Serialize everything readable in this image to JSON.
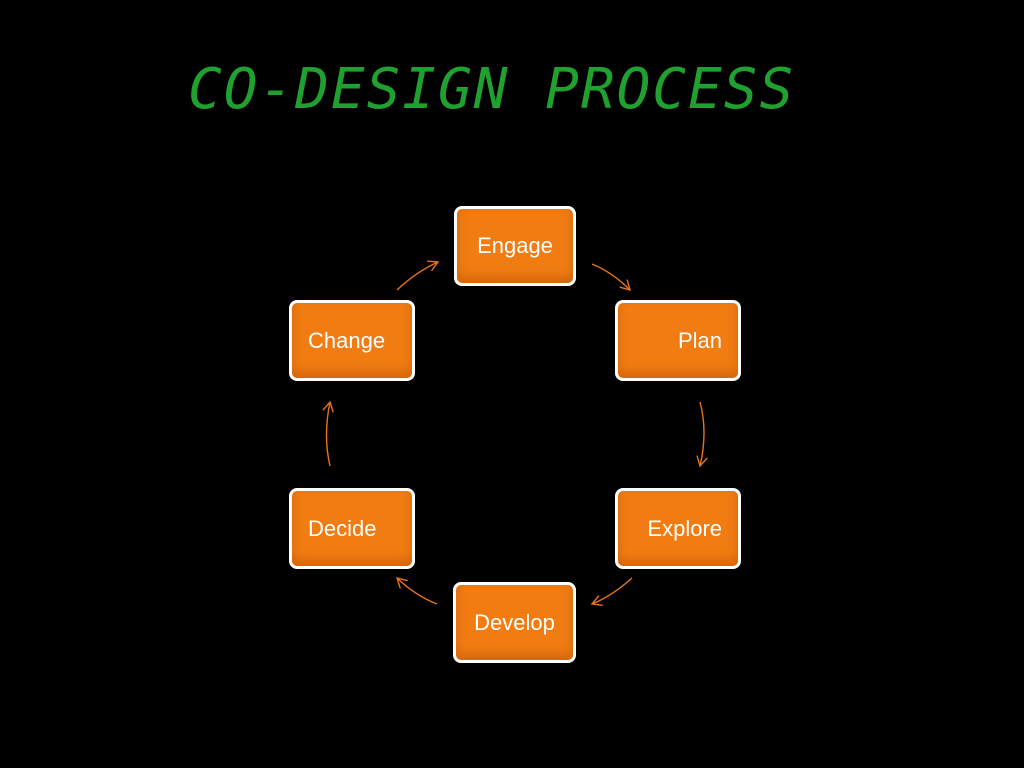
{
  "title": "CO-DESIGN PROCESS",
  "colors": {
    "background": "#000000",
    "title": "#1fa02f",
    "node_fill": "#f07c12",
    "node_border": "#ffffff",
    "node_text": "#ffffff",
    "arrow": "#e8731a"
  },
  "cycle": {
    "steps": [
      {
        "label": "Engage"
      },
      {
        "label": "Plan"
      },
      {
        "label": "Explore"
      },
      {
        "label": "Develop"
      },
      {
        "label": "Decide"
      },
      {
        "label": "Change"
      }
    ]
  }
}
